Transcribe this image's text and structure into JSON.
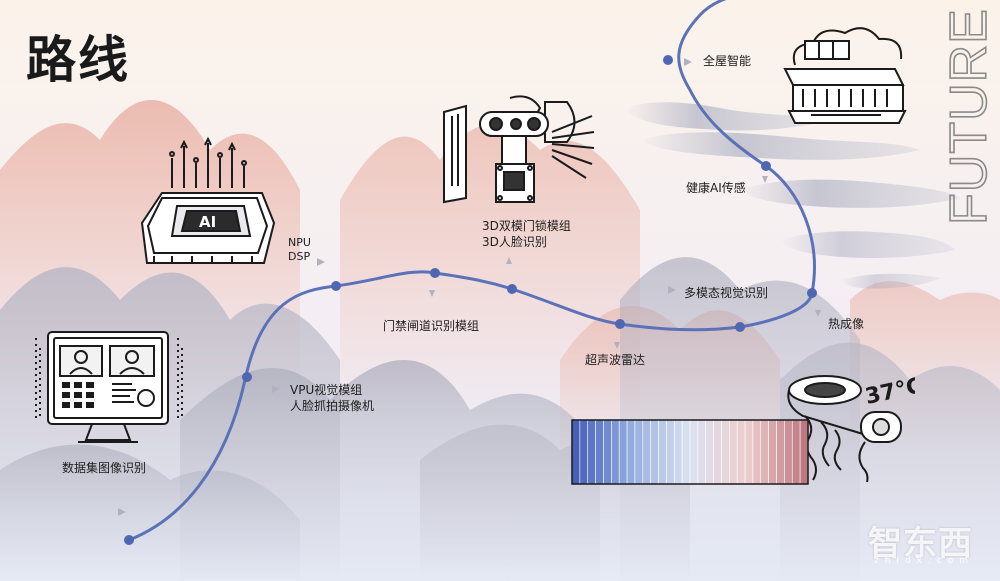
{
  "title": "路线",
  "side_text": "FUTURE",
  "watermark": {
    "main": "智东西",
    "sub": "zhidx.com"
  },
  "colors": {
    "route": "#5b72b8",
    "node": "#4f67b0",
    "mountain_red": "#e7b7ae",
    "mountain_gray": "#c9c9d3"
  },
  "route_nodes": [
    {
      "id": "n1",
      "label": "数据集图像识别"
    },
    {
      "id": "n2",
      "label_lines": [
        "VPU视觉模组",
        "人脸抓拍摄像机"
      ]
    },
    {
      "id": "n3",
      "label_lines": [
        "NPU",
        "DSP"
      ]
    },
    {
      "id": "n4",
      "label": "门禁闸道识别模组"
    },
    {
      "id": "n5",
      "label_lines": [
        "3D双模门锁模组",
        "3D人脸识别"
      ]
    },
    {
      "id": "n6",
      "label": "超声波雷达"
    },
    {
      "id": "n7",
      "label": "多模态视觉识别"
    },
    {
      "id": "n8",
      "label": "热成像"
    },
    {
      "id": "n9",
      "label": "健康AI传感"
    },
    {
      "id": "n10",
      "label": "全屋智能"
    }
  ],
  "illustrations": [
    "monitor-icon",
    "ai-chip-icon",
    "3d-camera-module-icon",
    "smart-house-icon",
    "thermal-camera-icon",
    "thermal-spectrum-bar"
  ],
  "thermal_text": "37°C"
}
